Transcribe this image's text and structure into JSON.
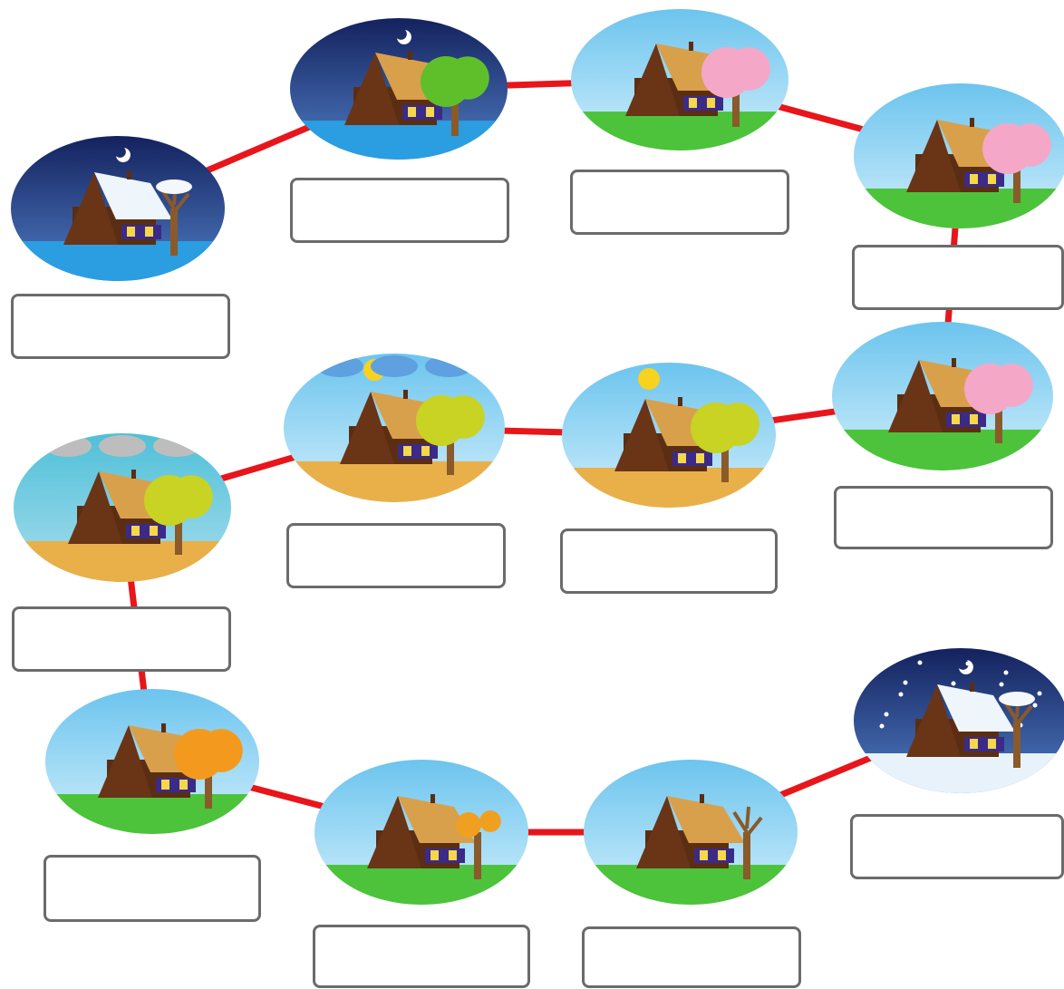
{
  "title": "",
  "colors": {
    "path": "#e8151b",
    "box_border": "#6b6b6b",
    "night_sky": "#1f2f7a",
    "day_sky": "#7fc8ec",
    "grass": "#4cc33a",
    "sand": "#e9b04a",
    "roof": "#d8a04b",
    "wall": "#5b2e14",
    "window": "#3b2a88"
  },
  "scenes": [
    {
      "id": "winter-night",
      "sky": "night",
      "tree": "bare-snow",
      "ground": "water",
      "label": ""
    },
    {
      "id": "spring-night",
      "sky": "night",
      "tree": "green",
      "ground": "water",
      "label": ""
    },
    {
      "id": "spring-blossom",
      "sky": "day",
      "tree": "pink",
      "ground": "flowers",
      "label": ""
    },
    {
      "id": "spring-day",
      "sky": "day",
      "tree": "pink",
      "ground": "flowers",
      "label": ""
    },
    {
      "id": "late-spring",
      "sky": "day",
      "tree": "pink",
      "ground": "flowers",
      "label": ""
    },
    {
      "id": "summer-sunny",
      "sky": "day",
      "tree": "yellow",
      "ground": "sand",
      "label": ""
    },
    {
      "id": "summer-clouds",
      "sky": "day",
      "tree": "yellow",
      "ground": "sand",
      "label": ""
    },
    {
      "id": "summer-storm",
      "sky": "storm",
      "tree": "yellow",
      "ground": "puddles",
      "label": ""
    },
    {
      "id": "early-autumn",
      "sky": "day",
      "tree": "orange",
      "ground": "leaves",
      "label": ""
    },
    {
      "id": "mid-autumn",
      "sky": "day",
      "tree": "orange-small",
      "ground": "grass",
      "label": ""
    },
    {
      "id": "late-autumn",
      "sky": "day",
      "tree": "bare",
      "ground": "grass",
      "label": ""
    },
    {
      "id": "winter-snow",
      "sky": "night",
      "tree": "bare-snow",
      "ground": "snow",
      "label": ""
    }
  ]
}
